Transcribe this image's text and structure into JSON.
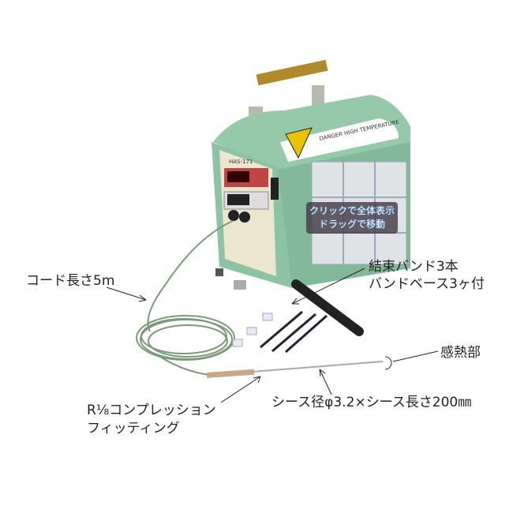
{
  "product": {
    "model": "HAS-171",
    "warning_sticker": "DANGER HIGH TEMPERATURE"
  },
  "callouts": {
    "cord": "コード長さ5m",
    "bands_line1": "結束バンド3本",
    "bands_line2": "バンドベース3ヶ付",
    "sensor": "感熱部",
    "fitting_line1": "R⅛コンプレッション",
    "fitting_line2": "フィッティング",
    "sheath": "シース径φ3.2×シース長さ200㎜"
  },
  "overlay": {
    "line1": "クリックで全体表示",
    "line2": "ドラッグで移動"
  },
  "colors": {
    "body": "#8cc3a4",
    "panel": "#ece6cf",
    "handle": "#b08a2a"
  }
}
